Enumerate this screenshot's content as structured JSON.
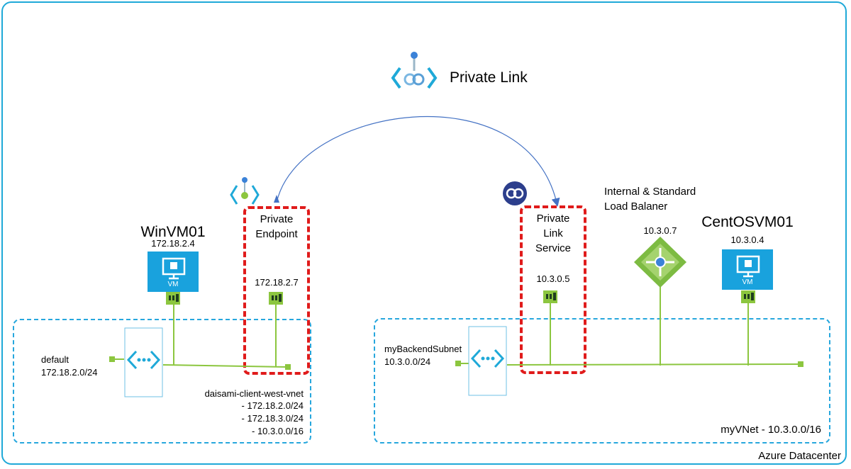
{
  "private_link": {
    "label": "Private Link"
  },
  "private_endpoint": {
    "line1": "Private",
    "line2": "Endpoint",
    "ip": "172.18.2.7"
  },
  "private_link_service": {
    "line1": "Private",
    "line2": "Link",
    "line3": "Service",
    "ip": "10.3.0.5"
  },
  "load_balancer": {
    "line1": "Internal & Standard",
    "line2": "Load Balaner",
    "ip": "10.3.0.7"
  },
  "winvm": {
    "name": "WinVM01",
    "ip": "172.18.2.4",
    "badge": "VM"
  },
  "centosvm": {
    "name": "CentOSVM01",
    "ip": "10.3.0.4",
    "badge": "VM"
  },
  "left_subnet": {
    "name": "default",
    "cidr": "172.18.2.0/24"
  },
  "right_subnet": {
    "name": "myBackendSubnet",
    "cidr": "10.3.0.0/24"
  },
  "left_vnet": {
    "name": "daisami-client-west-vnet",
    "cidr1": "- 172.18.2.0/24",
    "cidr2": "- 172.18.3.0/24",
    "cidr3": "- 10.3.0.0/16"
  },
  "right_vnet": {
    "label": "myVNet - 10.3.0.0/16"
  },
  "datacenter": {
    "label": "Azure Datacenter"
  },
  "colors": {
    "azure_blue": "#1fa9d8",
    "vm_blue": "#19a2dd",
    "red_dash": "#e01b1b",
    "line_green": "#8cc63f",
    "lb_green": "#7dbb42"
  }
}
